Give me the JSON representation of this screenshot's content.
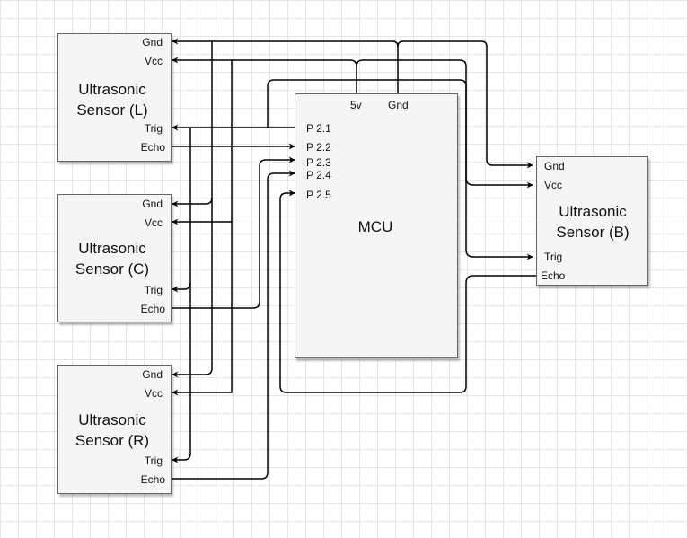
{
  "sensors": {
    "left": {
      "name": "Ultrasonic Sensor (L)",
      "name_line1": "Ultrasonic",
      "name_line2": "Sensor (L)",
      "pins": [
        "Gnd",
        "Vcc",
        "Trig",
        "Echo"
      ]
    },
    "center": {
      "name": "Ultrasonic Sensor (C)",
      "name_line1": "Ultrasonic",
      "name_line2": "Sensor (C)",
      "pins": [
        "Gnd",
        "Vcc",
        "Trig",
        "Echo"
      ]
    },
    "right": {
      "name": "Ultrasonic Sensor (R)",
      "name_line1": "Ultrasonic",
      "name_line2": "Sensor (R)",
      "pins": [
        "Gnd",
        "Vcc",
        "Trig",
        "Echo"
      ]
    },
    "back": {
      "name": "Ultrasonic Sensor (B)",
      "name_line1": "Ultrasonic",
      "name_line2": "Sensor (B)",
      "pins": [
        "Gnd",
        "Vcc",
        "Trig",
        "Echo"
      ]
    }
  },
  "mcu": {
    "name": "MCU",
    "power_pins": [
      "5v",
      "Gnd"
    ],
    "io_pins": [
      "P 2.1",
      "P 2.2",
      "P 2.3",
      "P 2.4",
      "P 2.5"
    ]
  },
  "colors": {
    "wire": "#000000",
    "box_fill": "#f5f5f5",
    "box_border": "#666666",
    "grid": "#e6e6e6"
  }
}
